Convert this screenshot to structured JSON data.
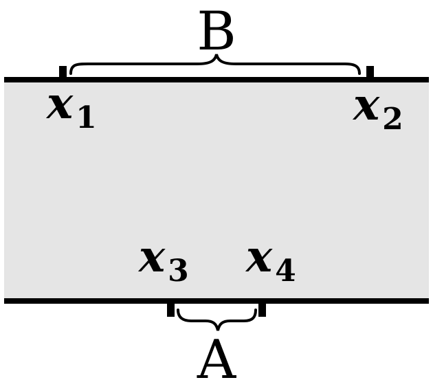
{
  "colors": {
    "background": "#ffffff",
    "strip_fill": "#e5e5e5",
    "line": "#000000"
  },
  "regions": {
    "top": {
      "label": "B"
    },
    "bottom": {
      "label": "A"
    }
  },
  "points": [
    {
      "var": "x",
      "sub": "1"
    },
    {
      "var": "x",
      "sub": "2"
    },
    {
      "var": "x",
      "sub": "3"
    },
    {
      "var": "x",
      "sub": "4"
    }
  ]
}
